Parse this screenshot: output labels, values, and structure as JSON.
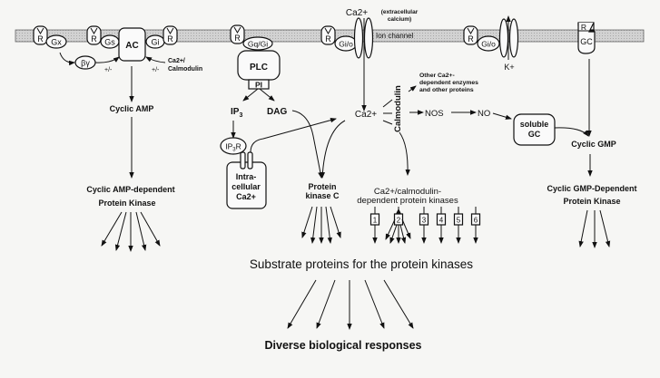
{
  "membrane": {
    "receptor_label": "R",
    "gx": "Gx",
    "gs": "Gs",
    "ac": "AC",
    "gi": "Gi",
    "gq": "Gq/Gi",
    "gio1": "Gi/o",
    "gio2": "Gi/o",
    "gc": "GC",
    "gc_receptor": "R",
    "ion_channel": "Ion channel",
    "ca_ext": "Ca2+",
    "ca_ext_note_1": "(extracellular",
    "ca_ext_note_2": "calcium)",
    "k_ion": "K+"
  },
  "camp_pathway": {
    "beta_gamma": "βγ",
    "plus_minus_1": "+/-",
    "plus_minus_2": "+/-",
    "ca_cam_1": "Ca2+/",
    "ca_cam_2": "Calmodulin",
    "cyclic_amp": "Cyclic AMP",
    "pka_1": "Cyclic AMP-dependent",
    "pka_2": "Protein Kinase"
  },
  "plc_pathway": {
    "plc": "PLC",
    "pi": "PI",
    "ip3": "IP",
    "ip3_sub": "3",
    "dag": "DAG",
    "ip3r": "IP",
    "ip3r_sub": "3",
    "ip3r_suffix": "R",
    "store_1": "Intra-",
    "store_2": "cellular",
    "store_3": "Ca2+",
    "pkc_1": "Protein",
    "pkc_2": "kinase C"
  },
  "calcium_pathway": {
    "ca_int": "Ca2+",
    "calmodulin": "Calmodulin",
    "other_1": "Other Ca2+-",
    "other_2": "dependent enzymes",
    "other_3": "and other proteins",
    "nos": "NOS",
    "no": "NO",
    "camk_1": "Ca2+/calmodulin-",
    "camk_2": "dependent protein kinases",
    "kinases": [
      "1",
      "2",
      "3",
      "4",
      "5",
      "6"
    ]
  },
  "cgmp_pathway": {
    "soluble_gc_1": "soluble",
    "soluble_gc_2": "GC",
    "cyclic_gmp": "Cyclic GMP",
    "pkg_1": "Cyclic GMP-Dependent",
    "pkg_2": "Protein Kinase"
  },
  "bottom": {
    "substrates": "Substrate proteins for the protein kinases",
    "responses": "Diverse biological responses"
  }
}
